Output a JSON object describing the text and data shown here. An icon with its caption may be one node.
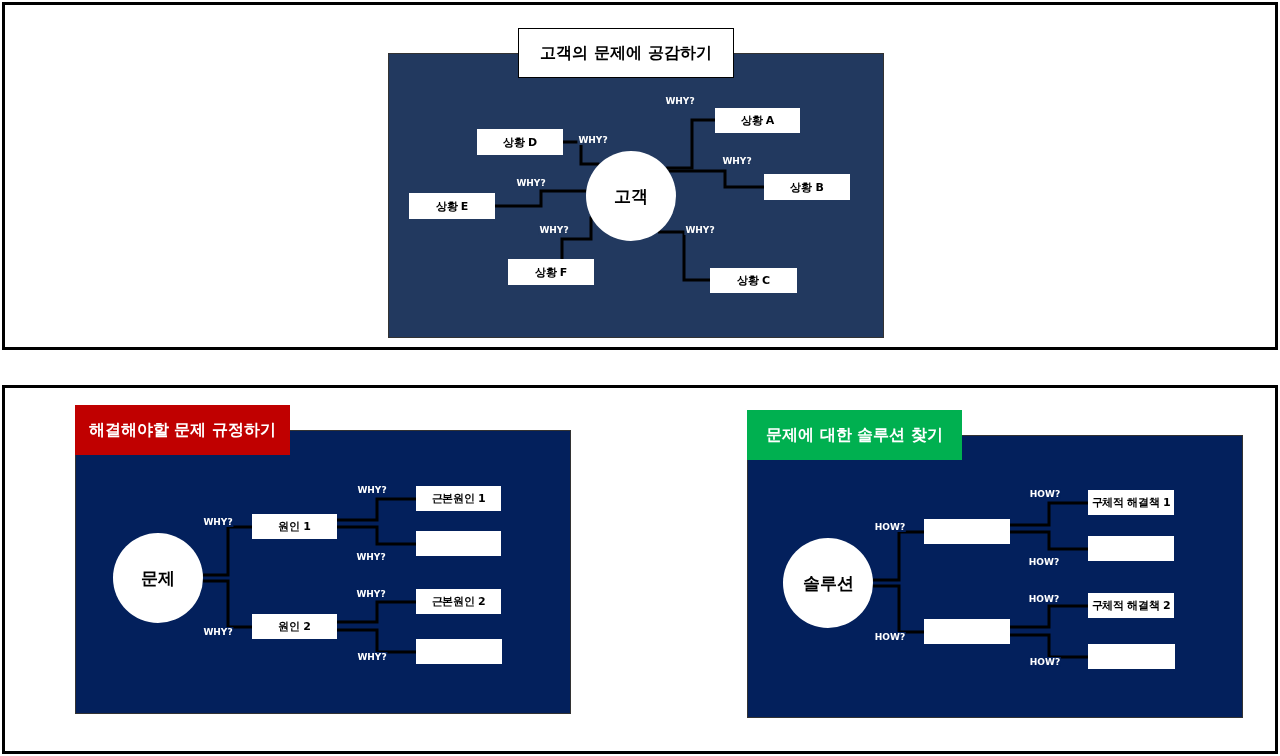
{
  "diagram": {
    "nodes": [
      {
        "text": [],
        "shape": "box"
      },
      {
        "text": [
          "고객의 문제에 공감하기"
        ],
        "in": 0
      },
      {
        "text": [
          "고객"
        ],
        "in": 1
      },
      {
        "text": [
          "상황 A"
        ],
        "in": 1
      },
      {
        "text": [
          "상황 B"
        ],
        "in": 1
      },
      {
        "text": [
          "상황 C"
        ],
        "in": 1
      },
      {
        "text": [
          "상황 D"
        ],
        "in": 1
      },
      {
        "text": [
          "상황 E"
        ],
        "in": 1
      },
      {
        "text": [
          "상황 F"
        ],
        "in": 1
      },
      {
        "text": [],
        "shape": "box"
      },
      {
        "text": [
          "해결해야할 문제 규정하기"
        ],
        "in": 9
      },
      {
        "text": [
          "문제"
        ],
        "in": 10
      },
      {
        "text": [
          "원인 1"
        ],
        "in": 10
      },
      {
        "text": [
          "원인 2"
        ],
        "in": 10
      },
      {
        "text": [
          "근본원인 1"
        ],
        "in": 10
      },
      {
        "text": [],
        "shape": "box",
        "in": 10
      },
      {
        "text": [
          "근본원인 2"
        ],
        "in": 10
      },
      {
        "text": [],
        "shape": "box",
        "in": 10
      },
      {
        "text": [
          "문제에 대한 솔루션 찾기"
        ],
        "in": 9
      },
      {
        "text": [
          "솔루션"
        ],
        "in": 18
      },
      {
        "text": [],
        "shape": "box",
        "in": 18
      },
      {
        "text": [],
        "shape": "box",
        "in": 18
      },
      {
        "text": [
          "구체적 해결책 1"
        ],
        "in": 18
      },
      {
        "text": [],
        "shape": "box",
        "in": 18
      },
      {
        "text": [
          "구체적 해결책 2"
        ],
        "in": 18
      },
      {
        "text": [],
        "shape": "box",
        "in": 18
      }
    ],
    "edges": [
      {
        "from": 2,
        "to": 3,
        "arrow": "none",
        "label": "WHY?"
      },
      {
        "from": 2,
        "to": 4,
        "arrow": "none",
        "label": "WHY?"
      },
      {
        "from": 2,
        "to": 5,
        "arrow": "none",
        "label": "WHY?"
      },
      {
        "from": 2,
        "to": 6,
        "arrow": "none",
        "label": "WHY?"
      },
      {
        "from": 2,
        "to": 7,
        "arrow": "none",
        "label": "WHY?"
      },
      {
        "from": 2,
        "to": 8,
        "arrow": "none",
        "label": "WHY?"
      },
      {
        "from": 11,
        "to": 12,
        "arrow": "none",
        "label": "WHY?"
      },
      {
        "from": 11,
        "to": 13,
        "arrow": "none",
        "label": "WHY?"
      },
      {
        "from": 12,
        "to": 14,
        "arrow": "none",
        "label": "WHY?"
      },
      {
        "from": 12,
        "to": 15,
        "arrow": "none",
        "label": "WHY?"
      },
      {
        "from": 13,
        "to": 16,
        "arrow": "none",
        "label": "WHY?"
      },
      {
        "from": 13,
        "to": 17,
        "arrow": "none",
        "label": "WHY?"
      },
      {
        "from": 19,
        "to": 20,
        "arrow": "none",
        "label": "HOW?"
      },
      {
        "from": 19,
        "to": 21,
        "arrow": "none",
        "label": "HOW?"
      },
      {
        "from": 20,
        "to": 22,
        "arrow": "none",
        "label": "HOW?"
      },
      {
        "from": 20,
        "to": 23,
        "arrow": "none",
        "label": "HOW?"
      },
      {
        "from": 21,
        "to": 24,
        "arrow": "none",
        "label": "HOW?"
      },
      {
        "from": 21,
        "to": 25,
        "arrow": "none",
        "label": "HOW?"
      }
    ]
  }
}
